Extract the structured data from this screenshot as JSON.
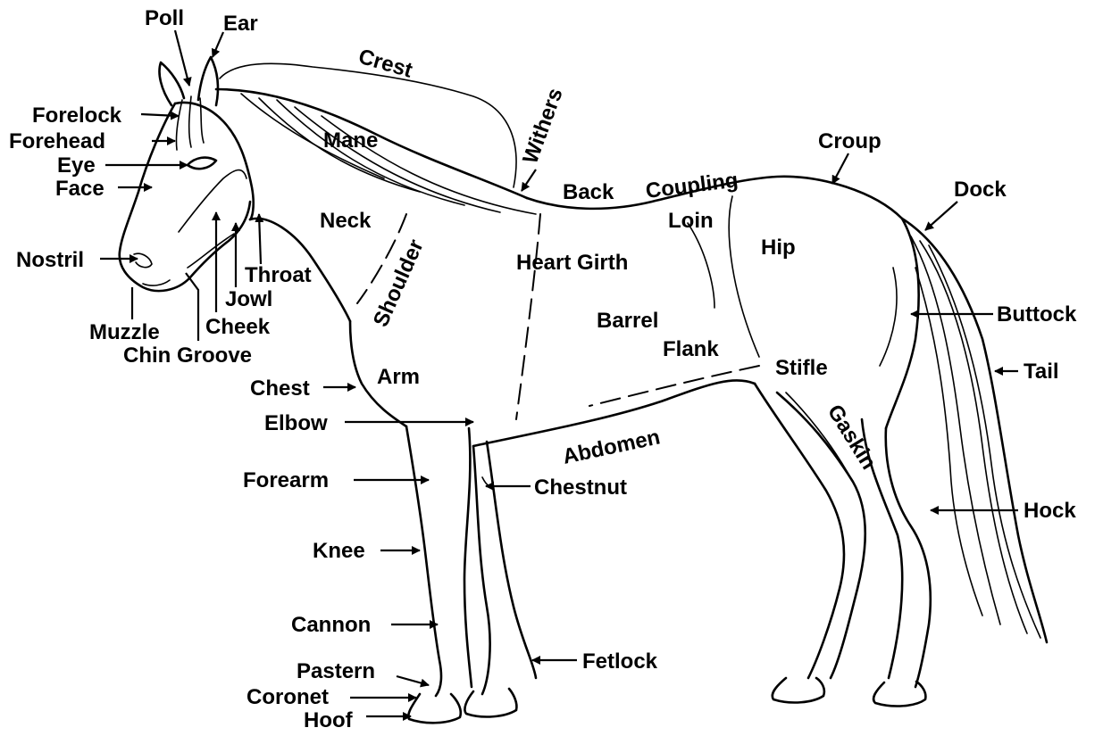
{
  "labels": {
    "poll": "Poll",
    "ear": "Ear",
    "crest": "Crest",
    "withers": "Withers",
    "forelock": "Forelock",
    "forehead": "Forehead",
    "eye": "Eye",
    "face": "Face",
    "mane": "Mane",
    "croup": "Croup",
    "back": "Back",
    "coupling": "Coupling",
    "dock": "Dock",
    "neck": "Neck",
    "loin": "Loin",
    "hip": "Hip",
    "nostril": "Nostril",
    "heart_girth": "Heart Girth",
    "throat": "Throat",
    "shoulder": "Shoulder",
    "jowl": "Jowl",
    "buttock": "Buttock",
    "cheek": "Cheek",
    "muzzle": "Muzzle",
    "barrel": "Barrel",
    "chin_groove": "Chin Groove",
    "flank": "Flank",
    "stifle": "Stifle",
    "tail": "Tail",
    "chest": "Chest",
    "arm": "Arm",
    "gaskin": "Gaskin",
    "elbow": "Elbow",
    "abdomen": "Abdomen",
    "forearm": "Forearm",
    "chestnut": "Chestnut",
    "hock": "Hock",
    "knee": "Knee",
    "cannon": "Cannon",
    "fetlock": "Fetlock",
    "pastern": "Pastern",
    "coronet": "Coronet",
    "hoof": "Hoof"
  }
}
